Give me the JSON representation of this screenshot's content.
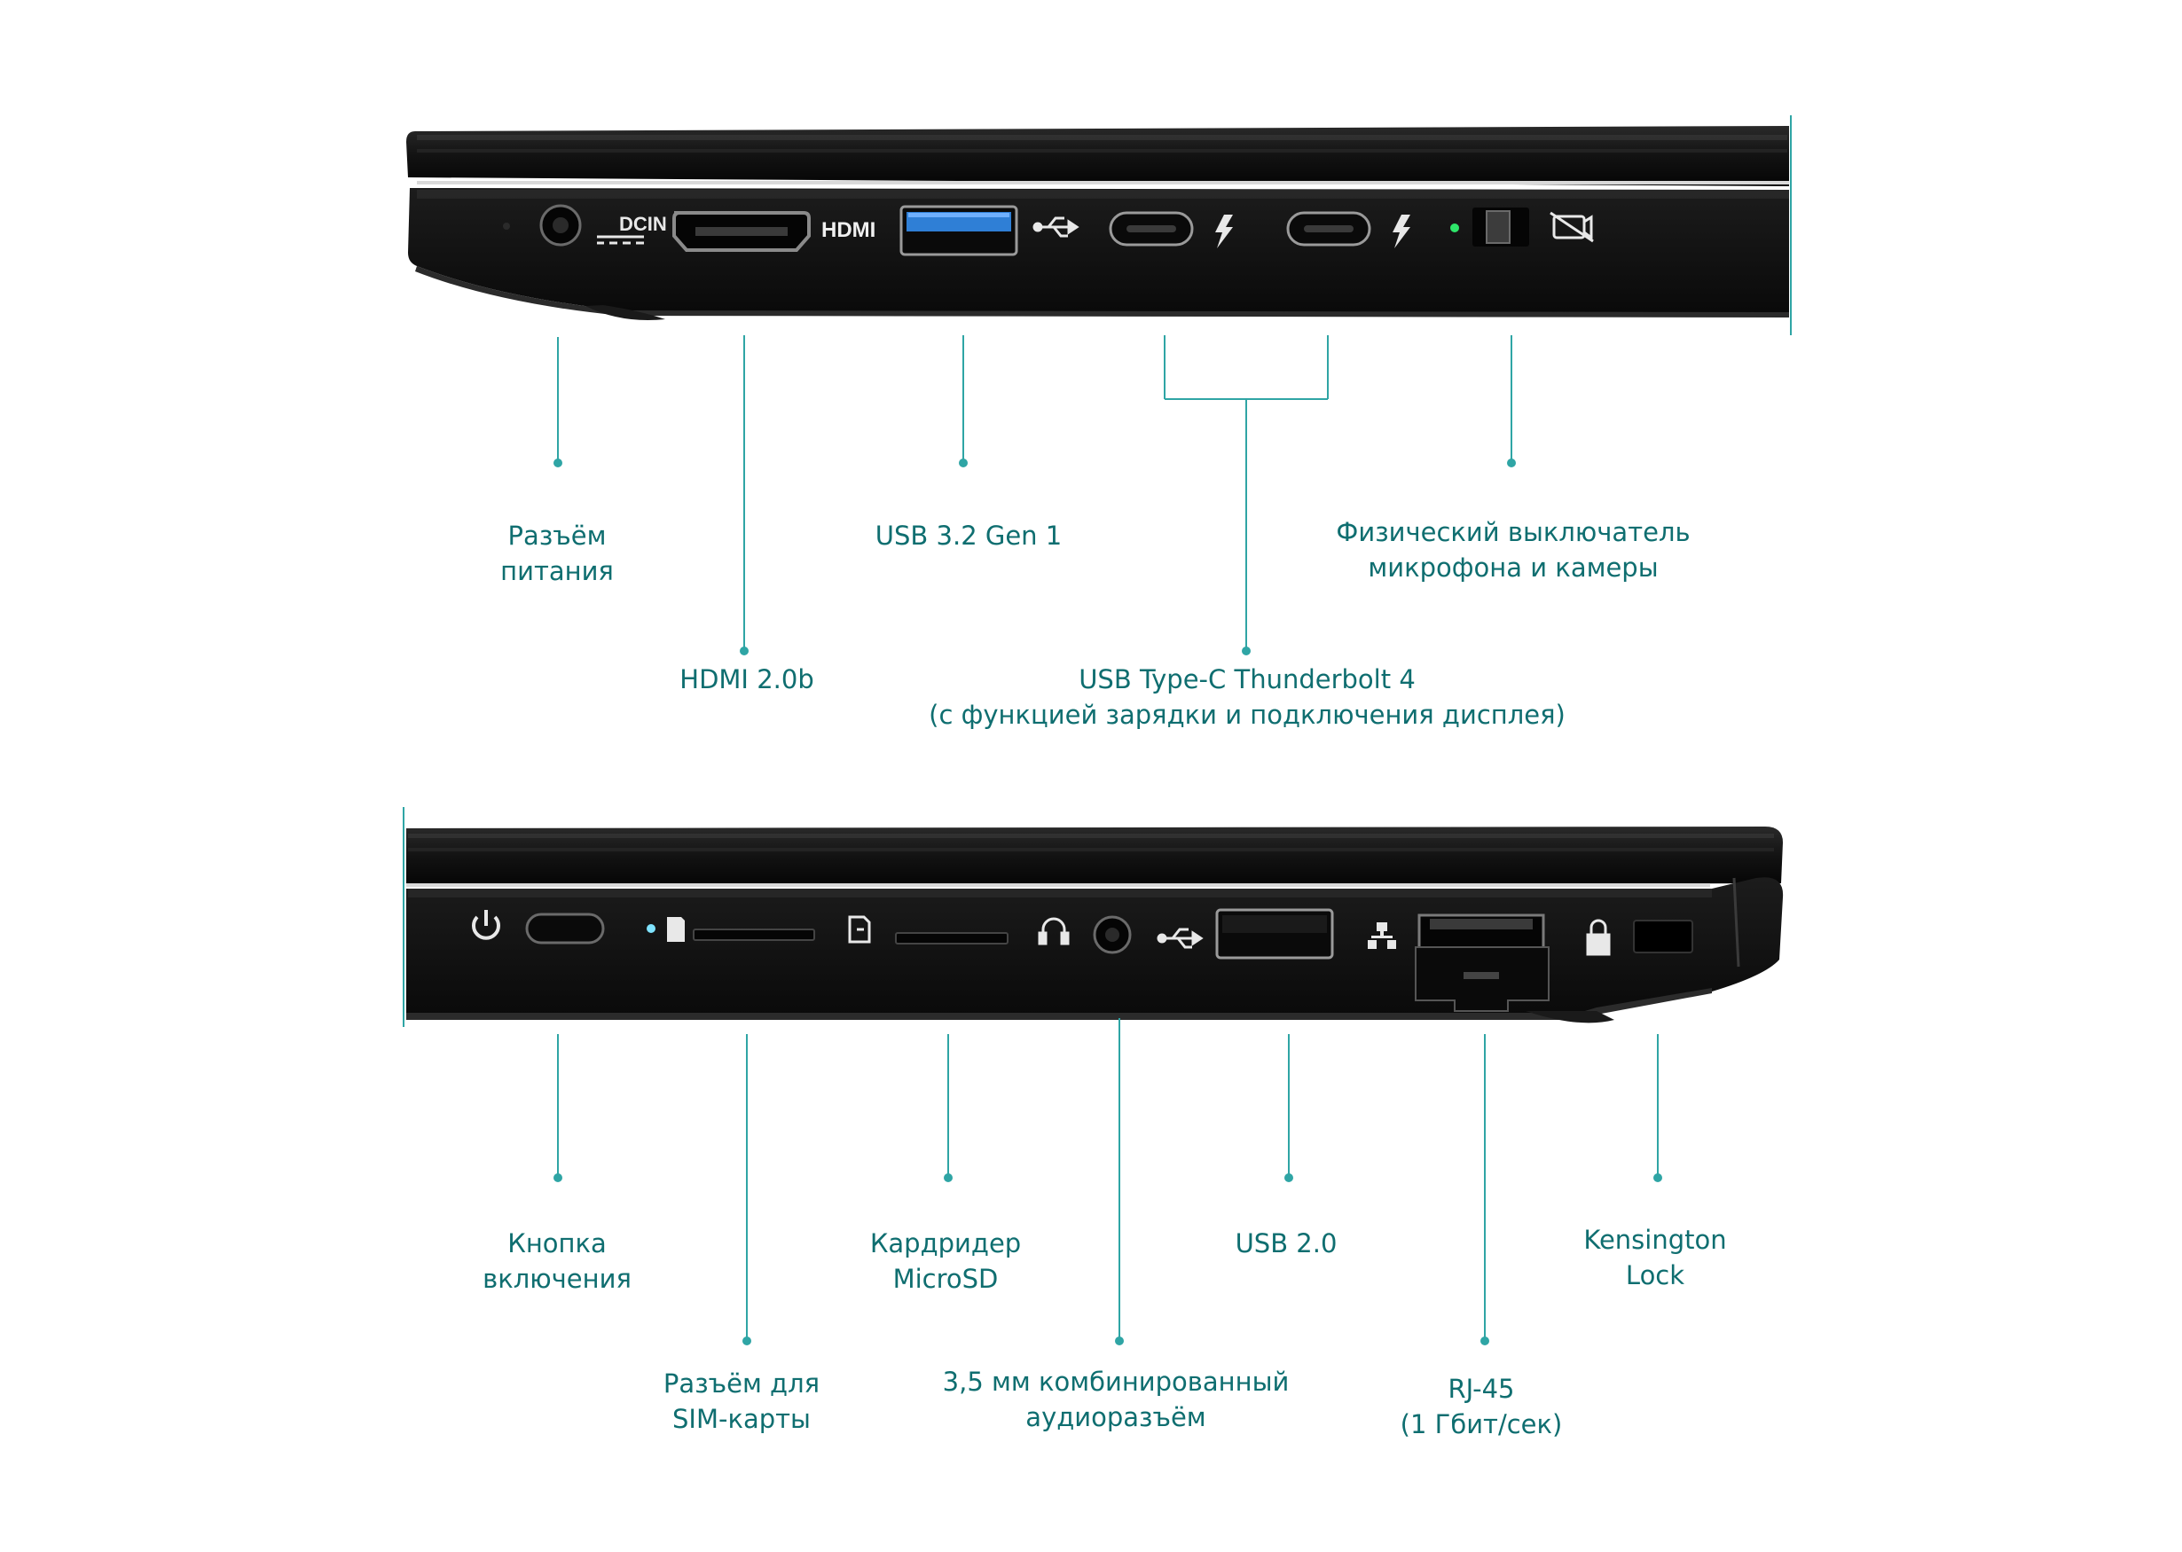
{
  "colors": {
    "accent": "#2fa5a5",
    "label": "#0f6e70",
    "body": "#0c0c0c",
    "led_green": "#2ee66a",
    "led_blue": "#7fe3ff",
    "usb3": "#2f7fd6"
  },
  "top_panel": {
    "port_text": {
      "dcin": "DCIN",
      "hdmi": "HDMI"
    },
    "callouts": [
      {
        "id": "power-jack",
        "lines": [
          "Разъём",
          "питания"
        ]
      },
      {
        "id": "hdmi",
        "lines": [
          "HDMI 2.0b"
        ]
      },
      {
        "id": "usb32",
        "lines": [
          "USB 3.2 Gen 1"
        ]
      },
      {
        "id": "thunderbolt",
        "lines": [
          "USB Type-C Thunderbolt 4",
          "(с функцией зарядки и подключения дисплея)"
        ]
      },
      {
        "id": "privacy-switch",
        "lines": [
          "Физический выключатель",
          "микрофона и камеры"
        ]
      }
    ]
  },
  "bottom_panel": {
    "callouts": [
      {
        "id": "power-button",
        "lines": [
          "Кнопка",
          "включения"
        ]
      },
      {
        "id": "sim-slot",
        "lines": [
          "Разъём для",
          "SIM-карты"
        ]
      },
      {
        "id": "microsd",
        "lines": [
          "Кардридер",
          "MicroSD"
        ]
      },
      {
        "id": "audio-jack",
        "lines": [
          "3,5 мм комбинированный",
          "аудиоразъём"
        ]
      },
      {
        "id": "usb20",
        "lines": [
          "USB 2.0"
        ]
      },
      {
        "id": "rj45",
        "lines": [
          "RJ-45",
          "(1 Гбит/сек)"
        ]
      },
      {
        "id": "kensington",
        "lines": [
          "Kensington",
          "Lock"
        ]
      }
    ]
  }
}
